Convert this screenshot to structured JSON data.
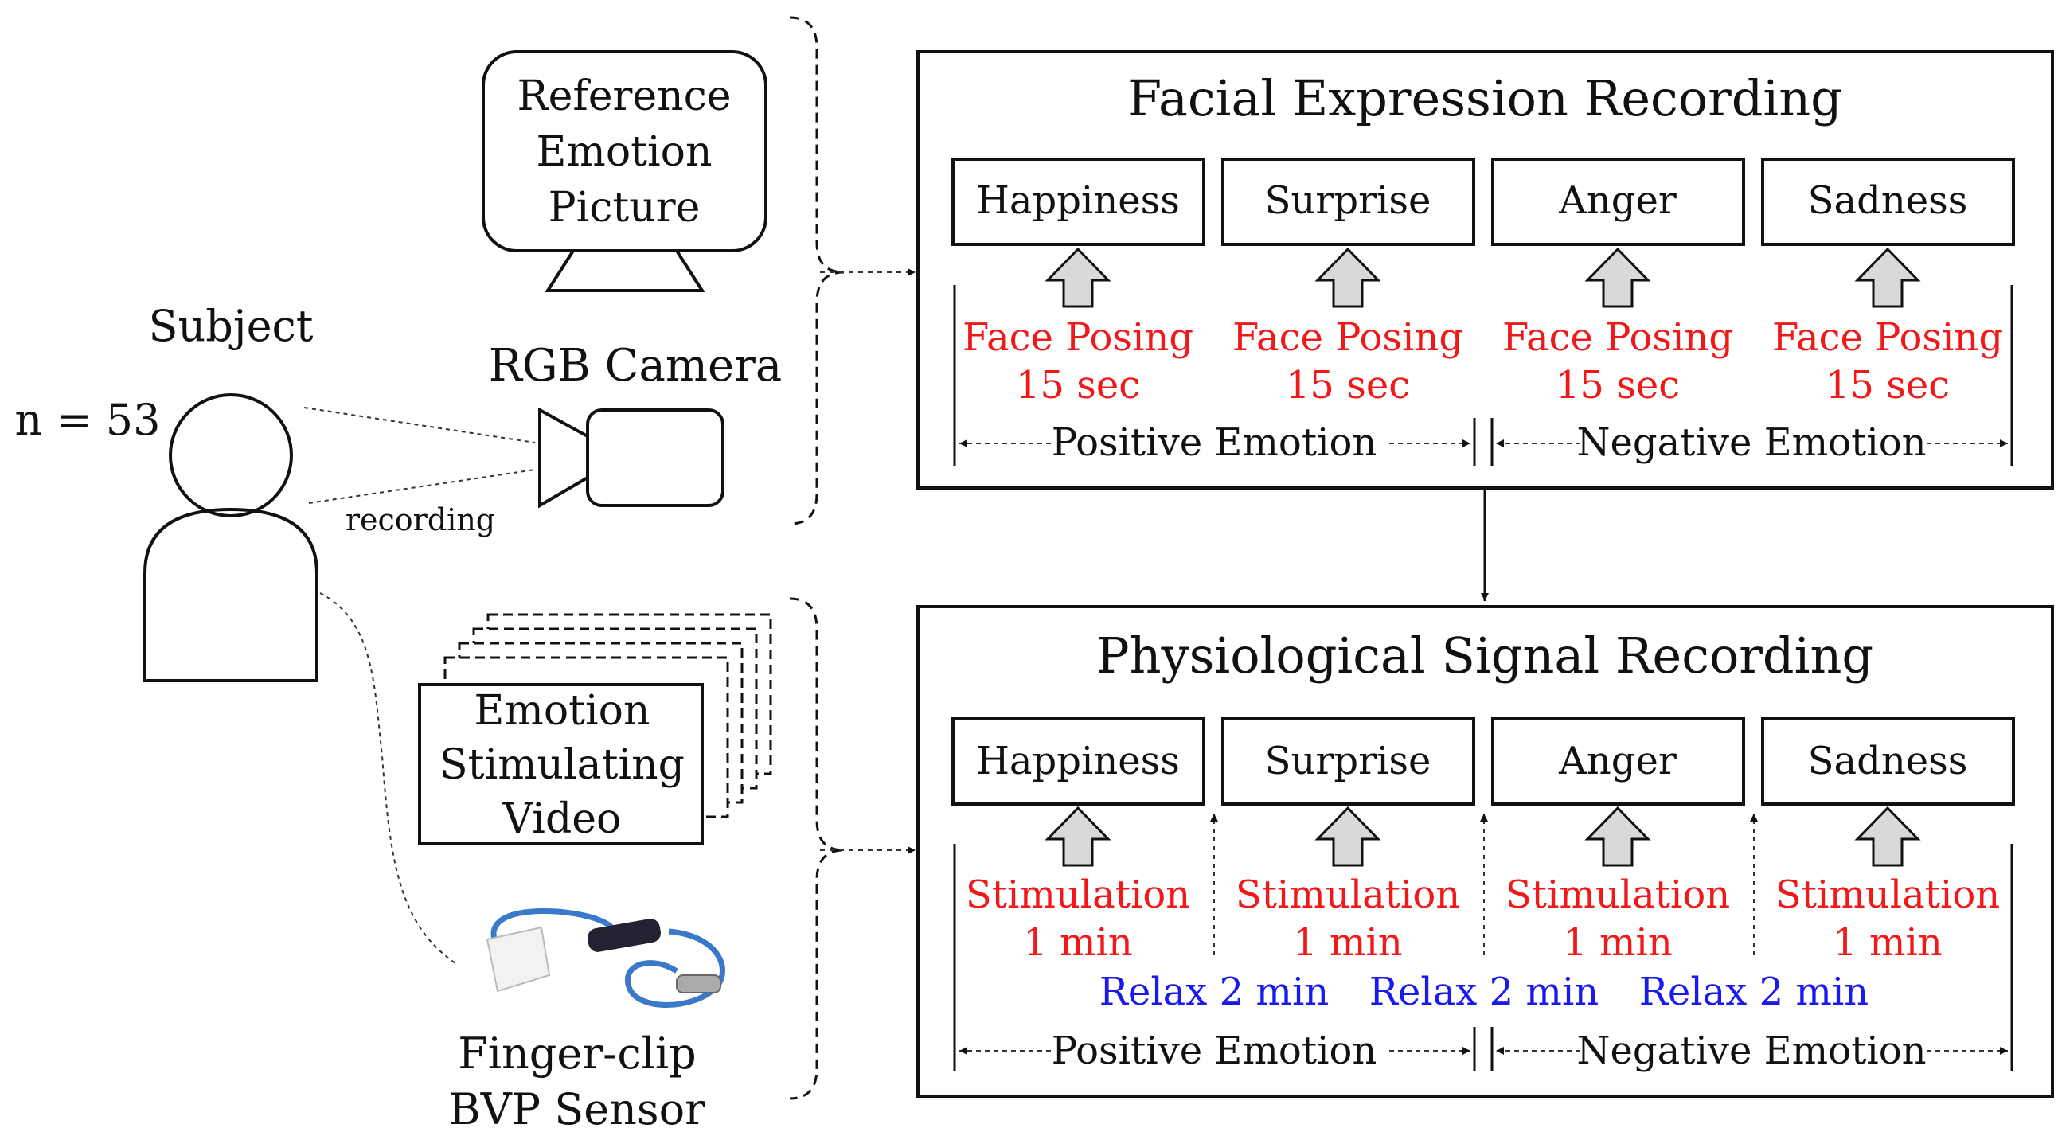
{
  "subject": {
    "title": "Subject",
    "n": "n = 53",
    "recording_label": "recording"
  },
  "monitor": {
    "lines": [
      "Reference",
      "Emotion",
      "Picture"
    ]
  },
  "camera": {
    "label": "RGB Camera"
  },
  "video": {
    "lines": [
      "Emotion",
      "Stimulating",
      "Video"
    ]
  },
  "sensor": {
    "lines": [
      "Finger-clip",
      "BVP Sensor"
    ]
  },
  "facial": {
    "title": "Facial Expression Recording",
    "emotions": [
      "Happiness",
      "Surprise",
      "Anger",
      "Sadness"
    ],
    "task": [
      "Face Posing",
      "15 sec"
    ],
    "positive": "Positive Emotion",
    "negative": "Negative Emotion"
  },
  "physio": {
    "title": "Physiological Signal Recording",
    "emotions": [
      "Happiness",
      "Surprise",
      "Anger",
      "Sadness"
    ],
    "task": [
      "Stimulation",
      "1 min"
    ],
    "relax": "Relax 2 min",
    "positive": "Positive Emotion",
    "negative": "Negative Emotion"
  },
  "colors": {
    "red": "#f01818",
    "blue": "#1a1aee",
    "arrow_fill": "#d9d9d9"
  }
}
